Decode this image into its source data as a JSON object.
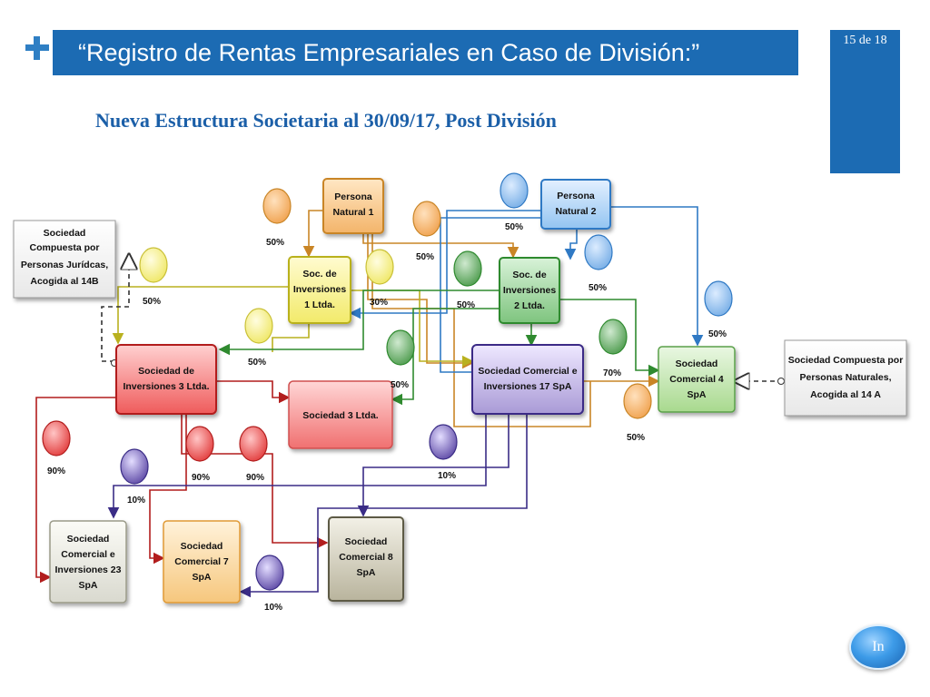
{
  "header": {
    "title": "“Registro de Rentas Empresariales en Caso de División:”",
    "page_indicator": "15 de 18",
    "subtitle": "Nueva Estructura Societaria al 30/09/17, Post División"
  },
  "diagram": {
    "nodes": {
      "persona_natural_1": [
        "Persona",
        "Natural 1"
      ],
      "persona_natural_2": [
        "Persona",
        "Natural 2"
      ],
      "soc_inv_1": [
        "Soc. de",
        "Inversiones",
        "1 Ltda."
      ],
      "soc_inv_2": [
        "Soc. de",
        "Inversiones",
        "2 Ltda."
      ],
      "soc_inv_3": [
        "Sociedad de",
        "Inversiones 3 Ltda."
      ],
      "soc_3": [
        "Sociedad 3 Ltda."
      ],
      "soc_com_17": [
        "Sociedad Comercial e",
        "Inversiones 17 SpA"
      ],
      "soc_com_4": [
        "Sociedad",
        "Comercial 4",
        "SpA"
      ],
      "soc_com_23": [
        "Sociedad",
        "Comercial e",
        "Inversiones 23",
        "SpA"
      ],
      "soc_com_7": [
        "Sociedad",
        "Comercial 7",
        "SpA"
      ],
      "soc_com_8": [
        "Sociedad",
        "Comercial 8",
        "SpA"
      ],
      "note_left": [
        "Sociedad",
        "Compuesta por",
        "Personas Jurídcas,",
        "Acogida al 14B"
      ],
      "note_right": [
        "Sociedad Compuesta por",
        "Personas Naturales,",
        "Acogida al 14 A"
      ]
    },
    "percentages": {
      "p1": "50%",
      "p2": "50%",
      "p3": "50%",
      "p4": "50%",
      "p5": "50%",
      "p6": "50%",
      "p7": "50%",
      "p8": "30%",
      "p9": "50%",
      "p10": "50%",
      "p11": "70%",
      "p12": "50%",
      "p13": "90%",
      "p14": "10%",
      "p15": "90%",
      "p16": "90%",
      "p17": "10%",
      "p18": "10%"
    }
  },
  "nav": {
    "button_label": "In"
  }
}
